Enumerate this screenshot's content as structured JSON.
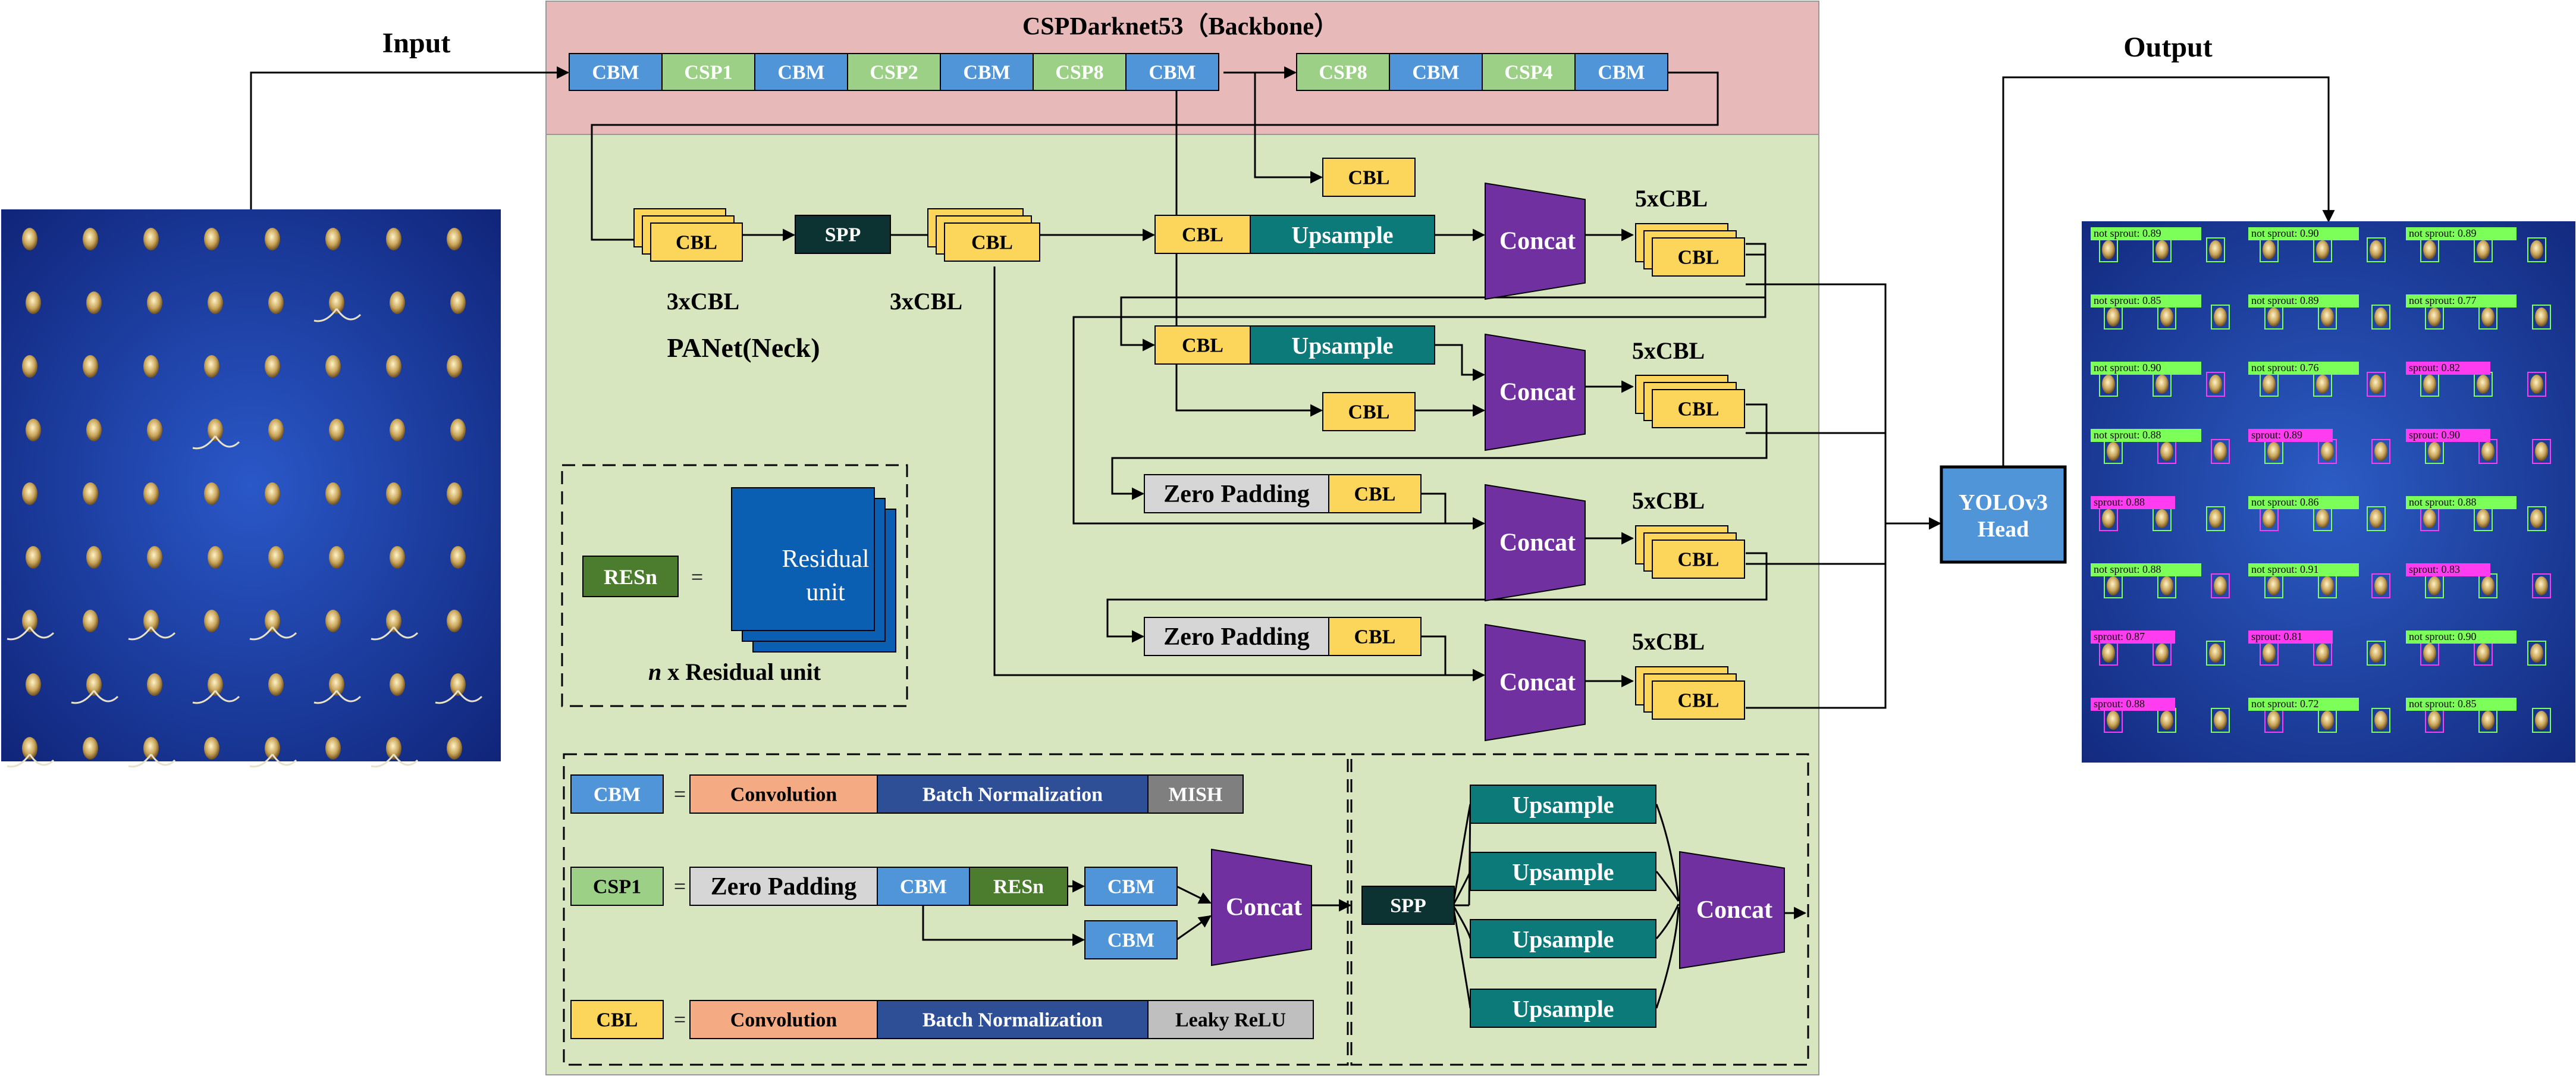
{
  "labels": {
    "input": "Input",
    "output": "Output",
    "backbone_title": "CSPDarknet53（Backbone）",
    "neck_title": "PANet(Neck)",
    "three_cbl_a": "3xCBL",
    "three_cbl_b": "3xCBL",
    "five_cbl": "5xCBL",
    "head": [
      "YOLOv3",
      "Head"
    ]
  },
  "backbone": {
    "chain1": [
      "CBM",
      "CSP1",
      "CBM",
      "CSP2",
      "CBM",
      "CSP8",
      "CBM"
    ],
    "chain2": [
      "CSP8",
      "CBM",
      "CSP4",
      "CBM"
    ]
  },
  "blocks": {
    "cbl": "CBL",
    "spp": "SPP",
    "upsample": "Upsample",
    "concat": "Concat",
    "zero_padding": "Zero Padding"
  },
  "res_legend": {
    "resn": "RESn",
    "eq": "=",
    "residual_unit": [
      "Residual",
      "unit"
    ],
    "caption_n": "n",
    "caption_rest": " x Residual unit"
  },
  "legend": {
    "cbm": {
      "name": "CBM",
      "parts": [
        "Convolution",
        "Batch Normalization",
        "MISH"
      ]
    },
    "csp1": {
      "name": "CSP1",
      "parts": [
        "Zero Padding",
        "CBM",
        "RESn",
        "CBM",
        "CBM",
        "Concat"
      ]
    },
    "cbl": {
      "name": "CBL",
      "parts": [
        "Convolution",
        "Batch Normalization",
        "Leaky ReLU"
      ]
    },
    "spp": {
      "name": "SPP",
      "parts": [
        "Upsample",
        "Upsample",
        "Upsample",
        "Upsample",
        "Concat"
      ]
    }
  },
  "detections": {
    "row1": [
      "not sprout: 0.89",
      "not sprout: 0.90",
      "not sprout: 0.89"
    ],
    "row2": [
      "not sprout: 0.85",
      "not sprout: 0.89",
      "not sprout: 0.77"
    ],
    "row3": [
      "not sprout: 0.90",
      "not sprout: 0.76",
      "sprout: 0.82"
    ],
    "row4": [
      "not sprout: 0.88",
      "sprout: 0.89",
      "sprout: 0.90"
    ],
    "row5": [
      "sprout: 0.88",
      "not sprout: 0.86",
      "not sprout: 0.88"
    ],
    "row6": [
      "not sprout: 0.88",
      "not sprout: 0.91",
      "sprout: 0.83"
    ],
    "row7": [
      "sprout: 0.87",
      "sprout: 0.81",
      "not sprout: 0.90"
    ],
    "row8": [
      "sprout: 0.88",
      "not sprout: 0.72",
      "not sprout: 0.85"
    ]
  },
  "colors": {
    "cbm": "#4f95d8",
    "csp": "#9dd087",
    "cbl": "#fcd55b",
    "spp": "#0c3232",
    "upsample": "#0c7a78",
    "concat": "#7030a0",
    "zero_padding": "#d6d6d6",
    "convolution": "#f4aa82",
    "batch_norm": "#2e4f96",
    "mish": "#7f7f7f",
    "leaky": "#bfbfbf",
    "resn": "#4c7d2e",
    "residual": "#0b5fb2",
    "backbone_bg": "#e8b9b9",
    "neck_bg": "#d8e6c0",
    "field_blue": "#1b3c9c"
  }
}
